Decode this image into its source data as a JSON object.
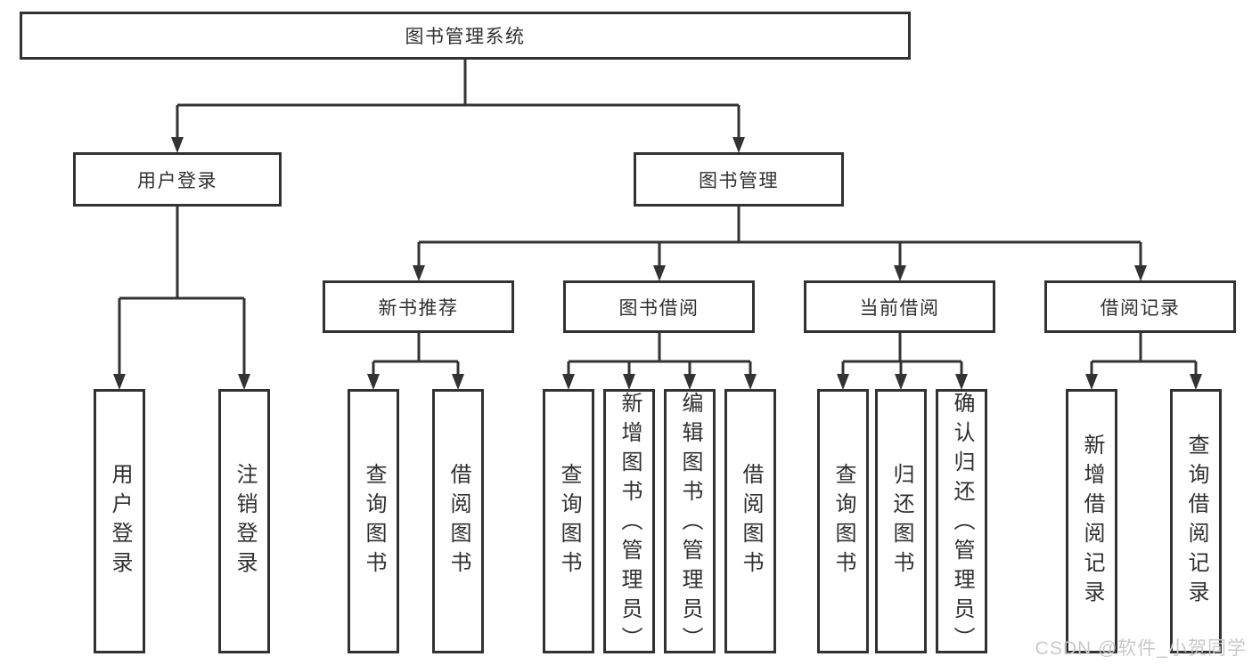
{
  "tree": {
    "label": "图书管理系统",
    "children": [
      {
        "label": "用户登录",
        "children": [
          {
            "label": "用户登录"
          },
          {
            "label": "注销登录"
          }
        ]
      },
      {
        "label": "图书管理",
        "children": [
          {
            "label": "新书推荐",
            "children": [
              {
                "label": "查询图书"
              },
              {
                "label": "借阅图书"
              }
            ]
          },
          {
            "label": "图书借阅",
            "children": [
              {
                "label": "查询图书"
              },
              {
                "label": "新增图书（管理员）"
              },
              {
                "label": "编辑图书（管理员）"
              },
              {
                "label": "借阅图书"
              }
            ]
          },
          {
            "label": "当前借阅",
            "children": [
              {
                "label": "查询图书"
              },
              {
                "label": "归还图书"
              },
              {
                "label": "确认归还（管理员）"
              }
            ]
          },
          {
            "label": "借阅记录",
            "children": [
              {
                "label": "新增借阅记录"
              },
              {
                "label": "查询借阅记录"
              }
            ]
          }
        ]
      }
    ]
  },
  "watermark": {
    "text": "CSDN @软件_小贺同学",
    "color": "#c9c9c9"
  },
  "colors": {
    "line": "#333333",
    "text": "#303030",
    "background": "#ffffff"
  }
}
